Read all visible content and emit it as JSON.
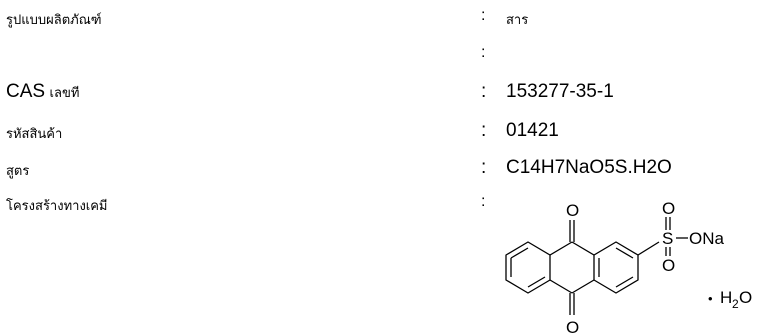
{
  "rows": [
    {
      "label": "รูปแบบผลิตภัณฑ์",
      "colon": ":",
      "value": "สาร"
    },
    {
      "label": "",
      "colon": ":",
      "value": ""
    },
    {
      "label": "CAS",
      "label_suffix": "เลขที",
      "colon": ":",
      "value": "153277-35-1"
    },
    {
      "label": "รหัสสินค้า",
      "colon": ":",
      "value": "01421"
    },
    {
      "label": "สูตร",
      "colon": ":",
      "value": "C14H7NaO5S.H2O"
    },
    {
      "label": "โครงสร้างทางเคมี",
      "colon": ":",
      "value": ""
    }
  ],
  "structure": {
    "oxygen": "O",
    "sulfur": "S",
    "sodium_group": "ONa",
    "hydrate_dot": "•",
    "hydrate_h": "H",
    "hydrate_sub": "2",
    "hydrate_o": "O"
  }
}
